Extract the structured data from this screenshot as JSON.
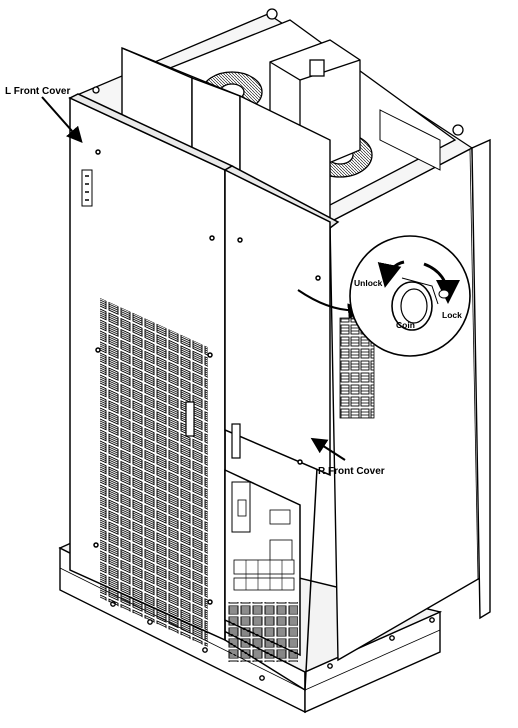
{
  "labels": {
    "left_cover": "L Front  Cover",
    "right_cover": "R Front Cover",
    "unlock": "Unlock",
    "lock": "Lock",
    "coin": "Coin"
  },
  "colors": {
    "line": "#000000",
    "background": "#ffffff",
    "panel": "#ffffff",
    "vent": "#000000",
    "shade": "#e6e6e6"
  },
  "figure": {
    "subject": "inverter cabinet with left and right front covers",
    "detail_inset": "coin-operated lock"
  }
}
